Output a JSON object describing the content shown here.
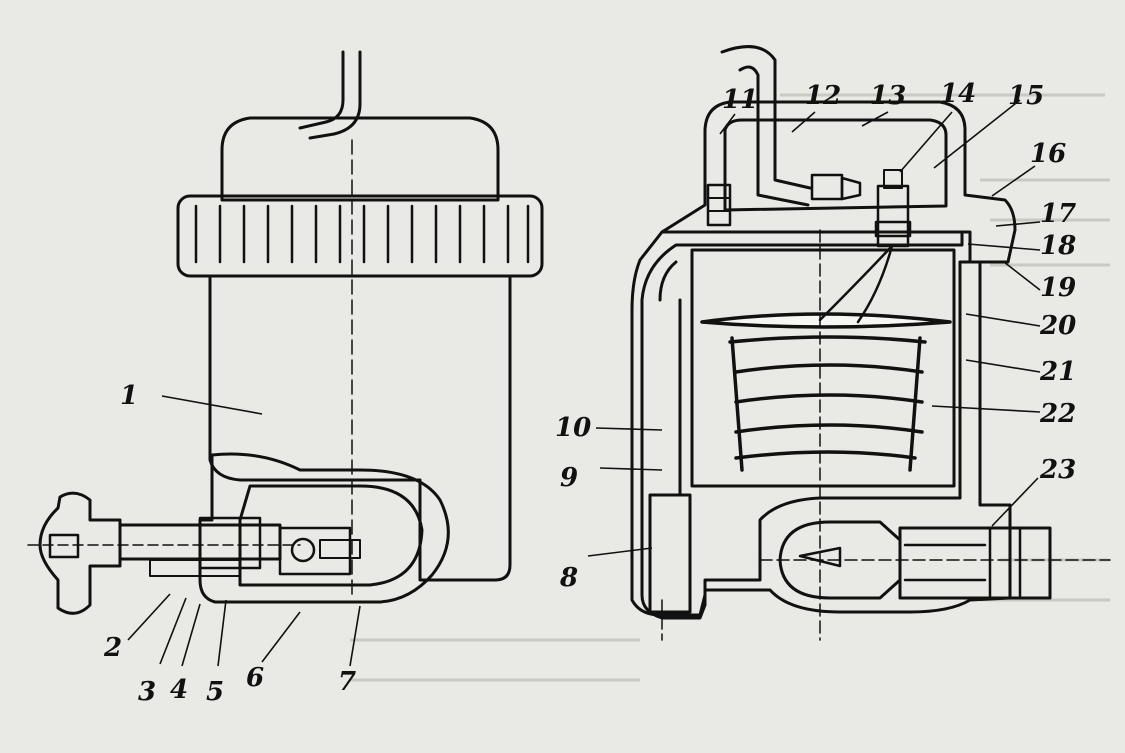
{
  "figure": {
    "callouts": {
      "c1": "1",
      "c2": "2",
      "c3": "3",
      "c4": "4",
      "c5": "5",
      "c6": "6",
      "c7": "7",
      "c8": "8",
      "c9": "9",
      "c10": "10",
      "c11": "11",
      "c12": "12",
      "c13": "13",
      "c14": "14",
      "c15": "15",
      "c16": "16",
      "c17": "17",
      "c18": "18",
      "c19": "19",
      "c20": "20",
      "c21": "21",
      "c22": "22",
      "c23": "23"
    }
  },
  "colors": {
    "paper": "#e9e9e6",
    "ink": "#111111",
    "hatch": "#444444"
  }
}
